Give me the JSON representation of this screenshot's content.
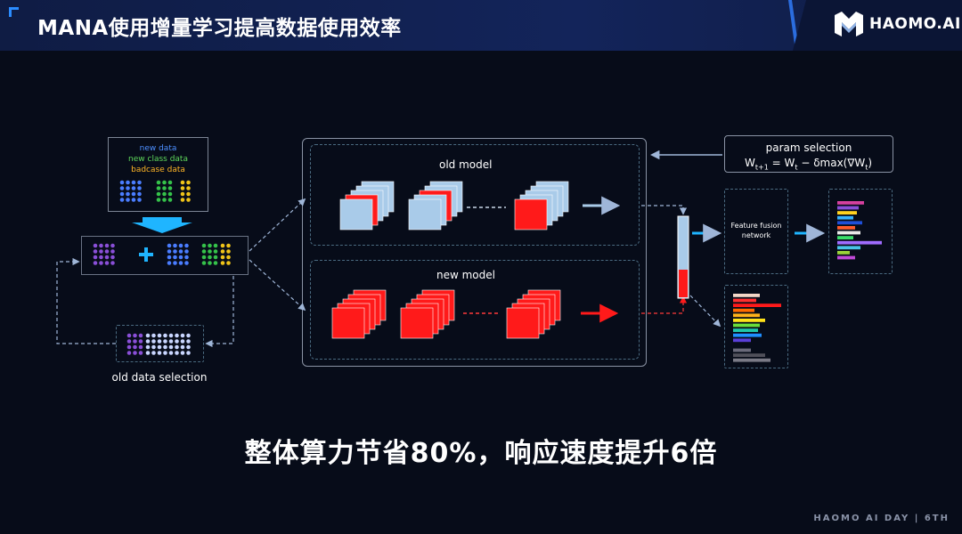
{
  "header": {
    "title": "MANA使用增量学习提高数据使用效率",
    "logo_text": "HAOMO.AI"
  },
  "legend": {
    "new_data": "new data",
    "new_class_data": "new class data",
    "badcase_data": "badcase data"
  },
  "labels": {
    "old_model": "old model",
    "new_model": "new model",
    "old_data_selection": "old data selection",
    "param_selection": "param selection",
    "feature_fusion": "Feature fusion network",
    "formula_w": "W",
    "formula_sub_t1": "t+1",
    "formula_eq": " = W",
    "formula_sub_t": "t",
    "formula_mid": " − δmax(∇W",
    "formula_sub_t2": "t",
    "formula_close": ")"
  },
  "subtitle": "整体算力节省80%，响应速度提升6倍",
  "footer": "HAOMO AI DAY | 6TH",
  "colors": {
    "blue_dot": "#4a7dff",
    "green_dot": "#35c24a",
    "yellow_dot": "#f0c419",
    "purple_dot": "#8a4fd8",
    "light_blue_block": "#a9cbe9",
    "red_block": "#ff1a1a",
    "cyan_arrow": "#1fb5ff"
  }
}
